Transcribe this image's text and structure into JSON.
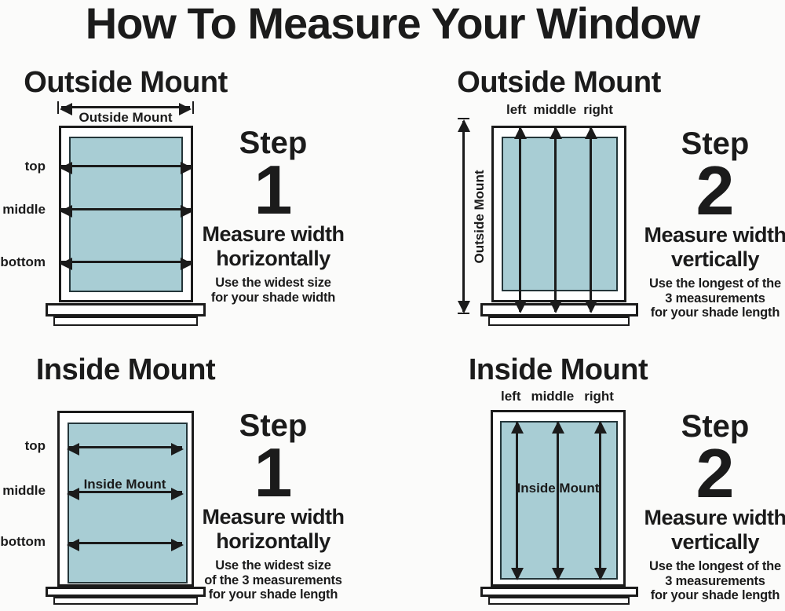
{
  "title": "How To Measure Your Window",
  "colors": {
    "pane_fill": "#a8cdd4",
    "line": "#1b1b1b",
    "background": "#fbfbfa"
  },
  "quadrants": {
    "outside_step1": {
      "heading": "Outside Mount",
      "measure_label": "Outside Mount",
      "row_labels": [
        "top",
        "middle",
        "bottom"
      ],
      "step": {
        "word": "Step",
        "number": "1",
        "action_lines": [
          "Measure width",
          "horizontally"
        ],
        "note_lines": [
          "Use the widest size",
          "for your shade width"
        ]
      }
    },
    "outside_step2": {
      "heading": "Outside Mount",
      "column_labels": [
        "left",
        "middle",
        "right"
      ],
      "measure_label": "Outside Mount",
      "step": {
        "word": "Step",
        "number": "2",
        "action_lines": [
          "Measure width",
          "vertically"
        ],
        "note_lines": [
          "Use the longest of the",
          "3 measurements",
          "for your shade length"
        ]
      }
    },
    "inside_step1": {
      "heading": "Inside Mount",
      "row_labels": [
        "top",
        "middle",
        "bottom"
      ],
      "pane_label": "Inside Mount",
      "step": {
        "word": "Step",
        "number": "1",
        "action_lines": [
          "Measure width",
          "horizontally"
        ],
        "note_lines": [
          "Use the widest size",
          "of the 3 measurements",
          "for your shade length"
        ]
      }
    },
    "inside_step2": {
      "heading": "Inside Mount",
      "column_labels": [
        "left",
        "middle",
        "right"
      ],
      "pane_label": "Inside Mount",
      "step": {
        "word": "Step",
        "number": "2",
        "action_lines": [
          "Measure width",
          "vertically"
        ],
        "note_lines": [
          "Use the longest of the",
          "3 measurements",
          "for your shade length"
        ]
      }
    }
  }
}
